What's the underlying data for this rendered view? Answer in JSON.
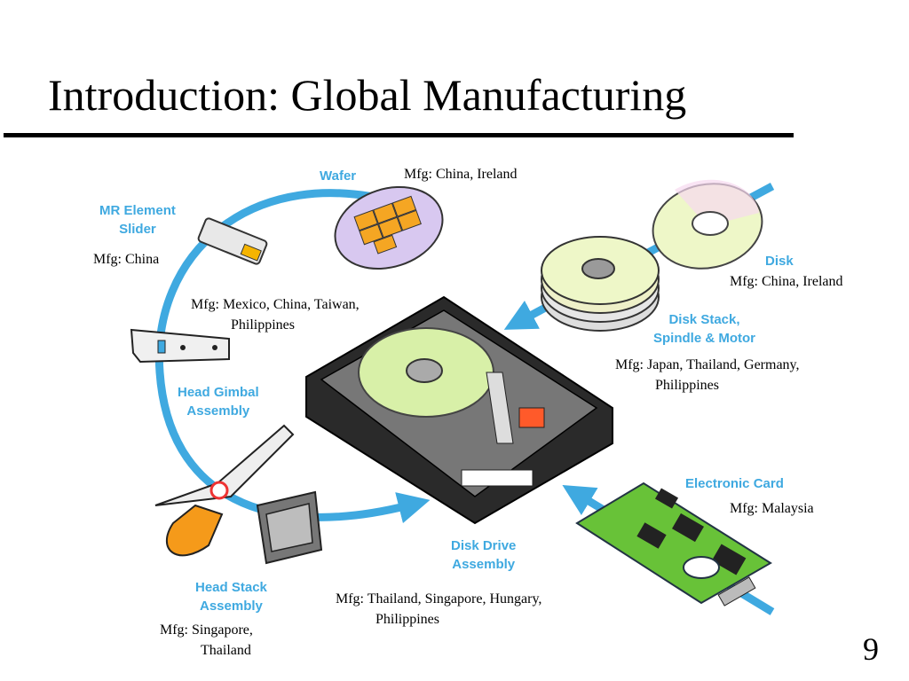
{
  "slide": {
    "title": "Introduction: Global Manufacturing",
    "page_number": "9",
    "accent_color": "#3fa9e0"
  },
  "components": {
    "wafer": {
      "label": "Wafer",
      "mfg": "Mfg: China, Ireland"
    },
    "slider": {
      "label_line1": "MR Element",
      "label_line2": "Slider",
      "mfg": "Mfg: China"
    },
    "hga": {
      "label_line1": "Head Gimbal",
      "label_line2": "Assembly",
      "mfg_line1": "Mfg: Mexico, China, Taiwan,",
      "mfg_line2": "Philippines"
    },
    "disk": {
      "label": "Disk",
      "mfg": "Mfg: China, Ireland"
    },
    "disk_stack": {
      "label_line1": "Disk Stack,",
      "label_line2": "Spindle & Motor",
      "mfg_line1": "Mfg: Japan, Thailand, Germany,",
      "mfg_line2": "Philippines"
    },
    "electronic_card": {
      "label": "Electronic Card",
      "mfg": "Mfg: Malaysia"
    },
    "disk_drive": {
      "label_line1": "Disk Drive",
      "label_line2": "Assembly",
      "mfg_line1": "Mfg: Thailand, Singapore, Hungary,",
      "mfg_line2": "Philippines"
    },
    "hsa": {
      "label_line1": "Head Stack",
      "label_line2": "Assembly",
      "mfg_line1": "Mfg: Singapore,",
      "mfg_line2": "Thailand"
    }
  }
}
